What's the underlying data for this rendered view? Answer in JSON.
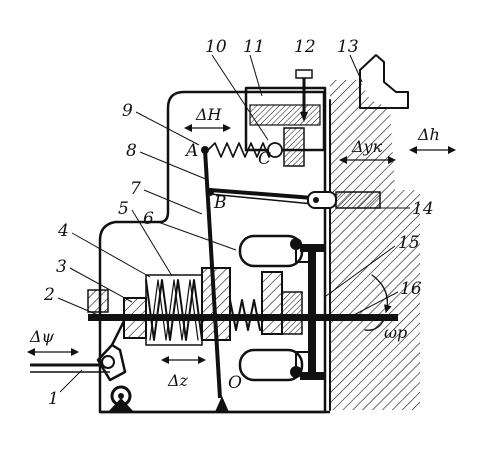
{
  "diagram": {
    "numbers": [
      "1",
      "2",
      "3",
      "4",
      "5",
      "6",
      "7",
      "8",
      "9",
      "10",
      "11",
      "12",
      "13",
      "14",
      "15",
      "16"
    ],
    "points": {
      "A": "A",
      "B": "B",
      "C": "C",
      "O": "O"
    },
    "symbols": {
      "dH": "ΔH",
      "dh": "Δh",
      "dyk": "Δyк",
      "dpsi": "Δψ",
      "dz": "Δz",
      "omega": "ωр"
    },
    "colors": {
      "ink": "#111111",
      "paper": "#ffffff"
    }
  }
}
